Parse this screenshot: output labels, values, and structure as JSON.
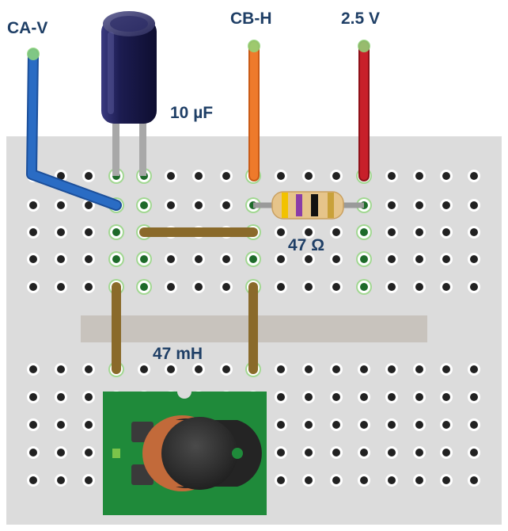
{
  "labels": {
    "ca_v": "CA-V",
    "cb_h": "CB-H",
    "supply": "2.5 V",
    "capacitor": "10 µF",
    "resistor": "47 Ω",
    "inductor": "47 mH"
  },
  "colors": {
    "board": "#dcdcdc",
    "hole": "#222222",
    "hole_ring": "#ffffff",
    "connected_glow": "#8fd77a",
    "label": "#1f3f66",
    "wire_ca_v": "#2a6cc4",
    "wire_cb_h": "#ee7a2b",
    "wire_supply": "#c8202a",
    "jumper": "#8a6a2a",
    "capacitor_body": "#1c1c50",
    "capacitor_leg": "#a8a8a8",
    "inductor_pcb": "#1f8a3a",
    "inductor_core": "#2a2a2a",
    "inductor_coil": "#c26a3a",
    "resistor_body": "#e6c48a",
    "resistor_band_1": "#f2c200",
    "resistor_band_2": "#8a3da8",
    "resistor_band_3": "#111111",
    "resistor_band_4": "#c9a13a"
  },
  "icons": {
    "capacitor": "electrolytic-capacitor-icon",
    "resistor": "resistor-icon",
    "inductor": "inductor-icon",
    "breadboard": "breadboard-icon"
  }
}
